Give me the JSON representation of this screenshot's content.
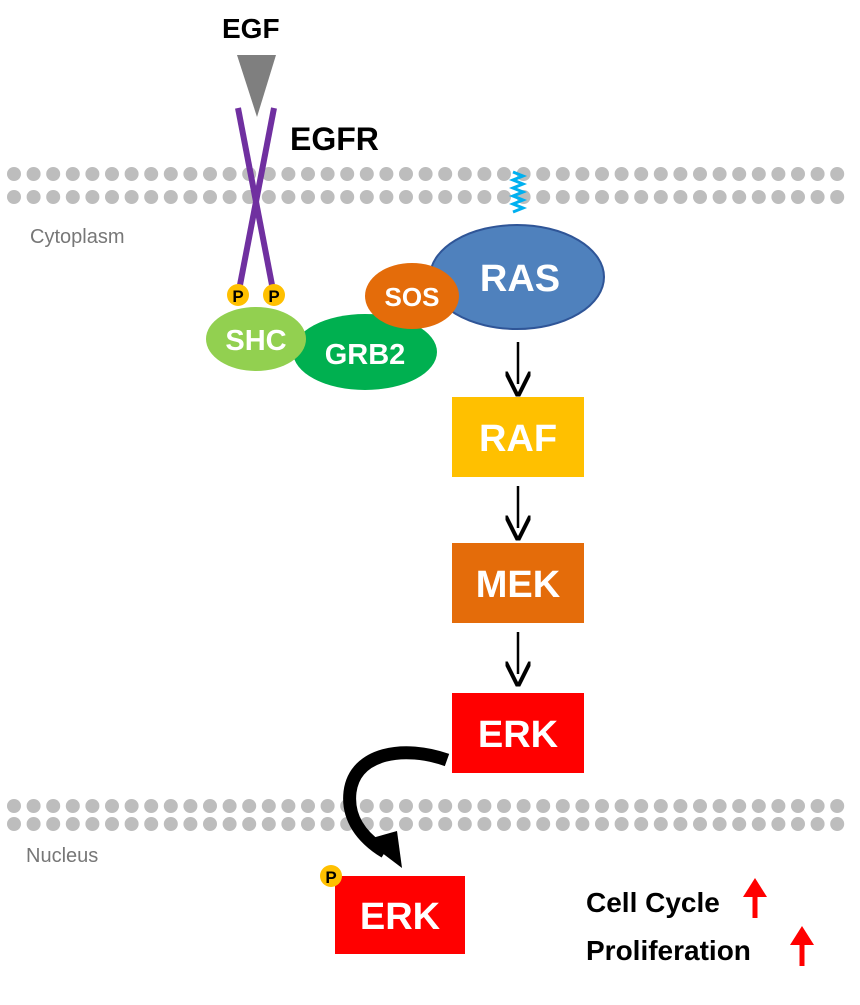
{
  "labels": {
    "ligand": "EGF",
    "receptor": "EGFR",
    "cytoplasm": "Cytoplasm",
    "nucleus": "Nucleus",
    "shc": "SHC",
    "grb2": "GRB2",
    "sos": "SOS",
    "ras": "RAS",
    "raf": "RAF",
    "mek": "MEK",
    "erk": "ERK",
    "erk_nuclear": "ERK",
    "phospho": "P",
    "outcome_cell_cycle": "Cell Cycle",
    "outcome_proliferation": "Proliferation"
  },
  "colors": {
    "egf": "#7f7f7f",
    "egfr": "#7030a0",
    "membrane_bead": "#bdbdbd",
    "phospho": "#ffc000",
    "shc": "#92d050",
    "grb2": "#00b050",
    "sos": "#e46c0a",
    "ras": "#4f81bd",
    "ras_anchor": "#00b0f0",
    "raf": "#ffc000",
    "mek": "#e46c0a",
    "erk": "#ff0000",
    "up_arrow": "#ff0000",
    "region_text": "#777777"
  },
  "outcomes": [
    {
      "label": "Cell Cycle",
      "direction": "up"
    },
    {
      "label": "Proliferation",
      "direction": "up"
    }
  ]
}
